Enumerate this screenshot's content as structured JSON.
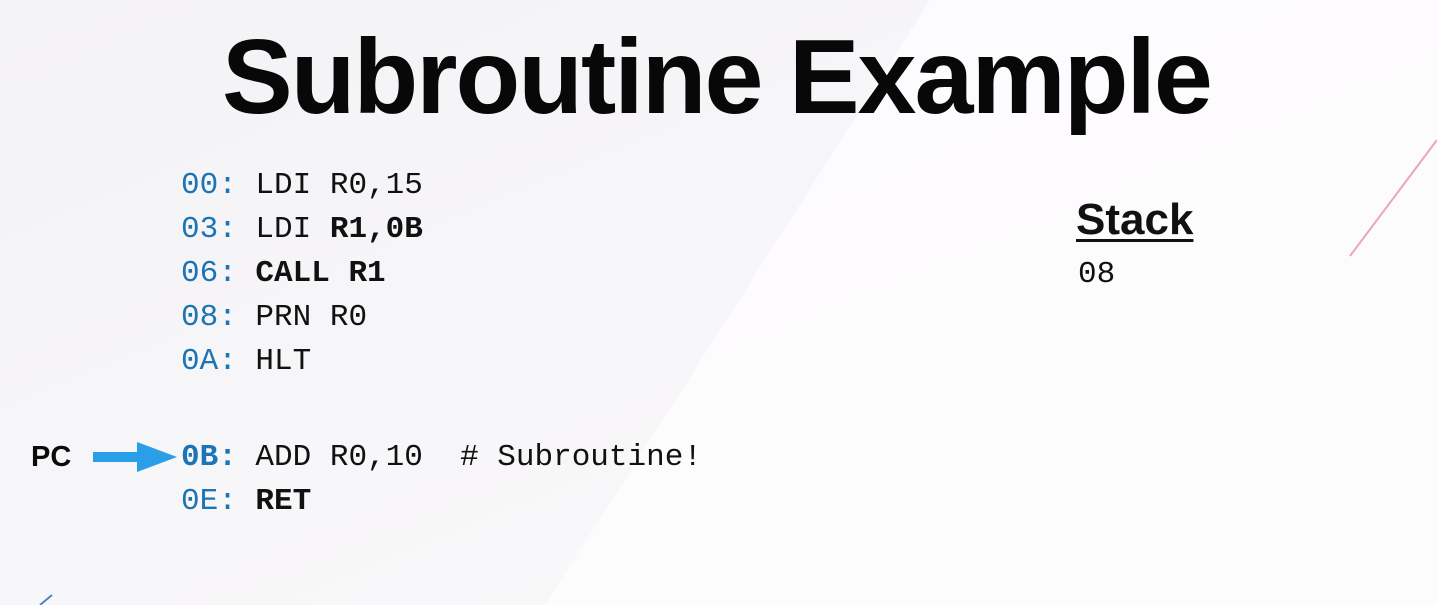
{
  "slide": {
    "title": "Subroutine Example"
  },
  "code": {
    "lines": [
      {
        "address": "00:",
        "op": "LDI",
        "args": "R0,15",
        "comment": ""
      },
      {
        "address": "03:",
        "op": "LDI",
        "args": "R1,0B",
        "comment": ""
      },
      {
        "address": "06:",
        "op": "CALL",
        "args": "R1",
        "comment": ""
      },
      {
        "address": "08:",
        "op": "PRN",
        "args": "R0",
        "comment": ""
      },
      {
        "address": "0A:",
        "op": "HLT",
        "args": "",
        "comment": ""
      },
      {
        "address": "0B:",
        "op": "ADD",
        "args": "R0,10",
        "comment": "# Subroutine!"
      },
      {
        "address": "0E:",
        "op": "RET",
        "args": "",
        "comment": ""
      }
    ]
  },
  "pointer": {
    "label": "PC",
    "arrow_icon": "right-arrow-icon",
    "arrow_color": "#2b9ee8"
  },
  "stack": {
    "title": "Stack",
    "values": [
      "08"
    ]
  },
  "colors": {
    "address": "#1d74b4",
    "text": "#111111",
    "accent_line": "#e8a6b6"
  }
}
